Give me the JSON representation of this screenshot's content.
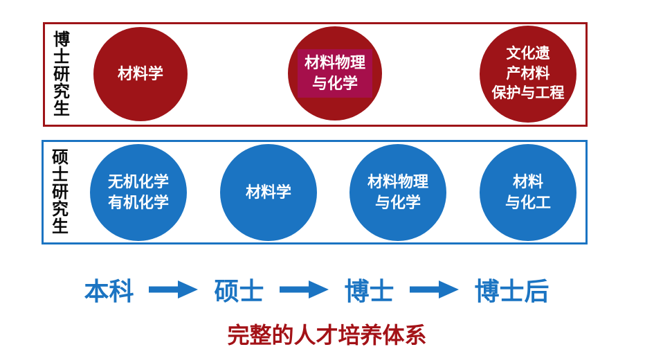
{
  "colors": {
    "doctoral_red": "#9e1418",
    "highlight_crimson": "#a60f4b",
    "masters_blue": "#1b74c2",
    "caption_red": "#a31217",
    "label_black": "#0a0a0a",
    "circle_text_white": "#ffffff"
  },
  "doctoral": {
    "label": "博士研究生",
    "circles": [
      {
        "lines": [
          "材料学"
        ]
      },
      {
        "lines": [
          "材料物理",
          "与化学"
        ],
        "highlighted": true
      },
      {
        "lines": [
          "文化遗",
          "产材料",
          "保护与工程"
        ]
      }
    ]
  },
  "masters": {
    "label": "硕士研究生",
    "circles": [
      {
        "lines": [
          "无机化学",
          "有机化学"
        ]
      },
      {
        "lines": [
          "材料学"
        ]
      },
      {
        "lines": [
          "材料物理",
          "与化学"
        ]
      },
      {
        "lines": [
          "材料",
          "与化工"
        ]
      }
    ]
  },
  "pathway": {
    "stages": [
      "本科",
      "硕士",
      "博士",
      "博士后"
    ]
  },
  "caption": "完整的人才培养体系"
}
